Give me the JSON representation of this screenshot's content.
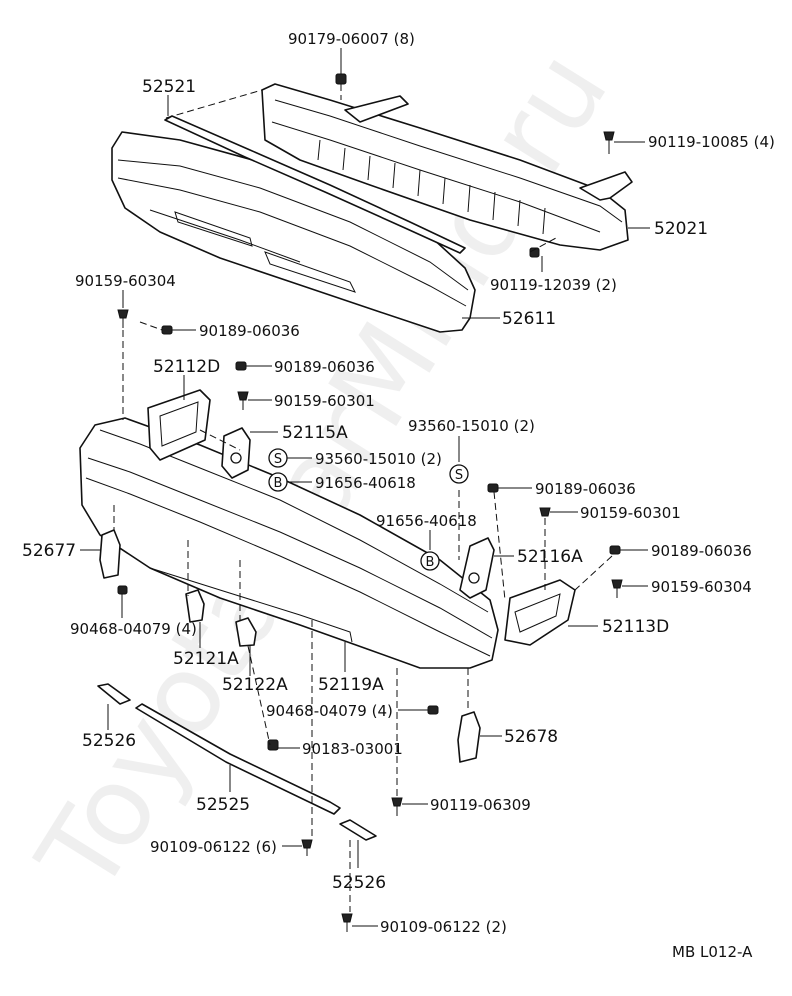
{
  "watermark": "ToyotaCarMind.ru",
  "footer_code": "MB  L012-A",
  "symbols": {
    "s": "S",
    "b": "B"
  },
  "labels": {
    "p90179_06007": "90179-06007 (8)",
    "p52521": "52521",
    "p90119_10085": "90119-10085 (4)",
    "p52021": "52021",
    "p90159_60304_top": "90159-60304",
    "p90119_12039": "90119-12039 (2)",
    "p90189_06036_a": "90189-06036",
    "p52611": "52611",
    "p52112D": "52112D",
    "p90189_06036_b": "90189-06036",
    "p90159_60301_a": "90159-60301",
    "p52115A": "52115A",
    "p93560_15010_right": "93560-15010 (2)",
    "p93560_15010_left": "93560-15010 (2)",
    "p91656_40618_left": "91656-40618",
    "p90189_06036_c": "90189-06036",
    "p90159_60301_b": "90159-60301",
    "p91656_40618_right": "91656-40618",
    "p52677": "52677",
    "p52116A": "52116A",
    "p90189_06036_d": "90189-06036",
    "p90159_60304_right": "90159-60304",
    "p90468_04079_left": "90468-04079 (4)",
    "p52113D": "52113D",
    "p52121A": "52121A",
    "p52122A": "52122A",
    "p52119A": "52119A",
    "p90468_04079_mid": "90468-04079 (4)",
    "p52678": "52678",
    "p52526_left": "52526",
    "p90183_03001": "90183-03001",
    "p52525": "52525",
    "p90119_06309": "90119-06309",
    "p90109_06122_left": "90109-06122 (6)",
    "p52526_bottom": "52526",
    "p90109_06122_bottom": "90109-06122 (2)"
  }
}
